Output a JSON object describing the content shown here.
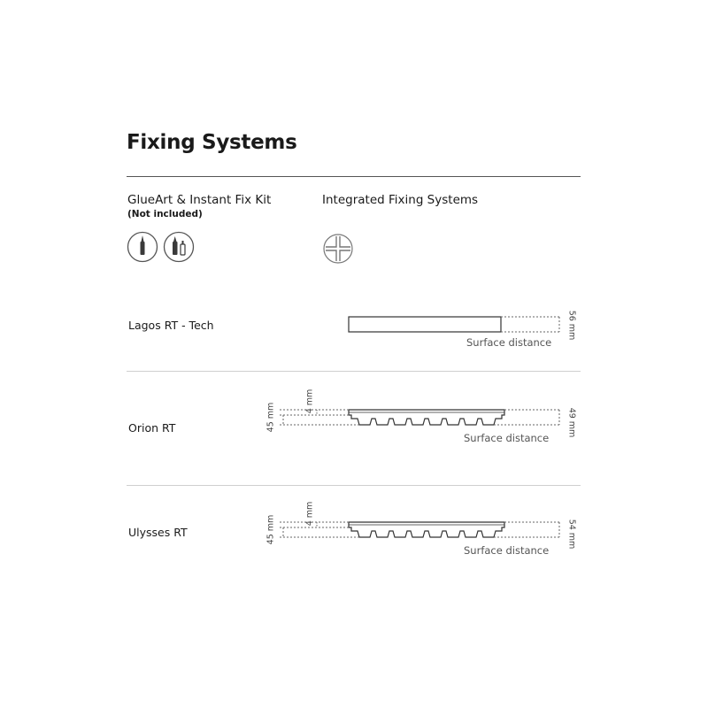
{
  "title": "Fixing Systems",
  "columns": {
    "left": {
      "title": "GlueArt & Instant Fix Kit",
      "subtitle": "(Not included)",
      "icons": [
        "glue-tube-icon",
        "fix-kit-icon"
      ]
    },
    "right": {
      "title": "Integrated Fixing Systems",
      "icons": [
        "integrated-clip-icon"
      ]
    }
  },
  "products": [
    {
      "name": "Lagos RT - Tech",
      "surface_label": "Surface distance",
      "depth_label": "56 mm"
    },
    {
      "name": "Orion RT",
      "surface_label": "Surface distance",
      "depth_label": "49 mm",
      "left_labels": [
        "45 mm",
        "4 mm"
      ]
    },
    {
      "name": "Ulysses RT",
      "surface_label": "Surface distance",
      "depth_label": "54 mm",
      "left_labels": [
        "45 mm",
        "4 mm"
      ]
    }
  ],
  "colors": {
    "text": "#1a1a1a",
    "rule": "#555555",
    "light_rule": "#cfcfcf",
    "line": "#333333"
  }
}
